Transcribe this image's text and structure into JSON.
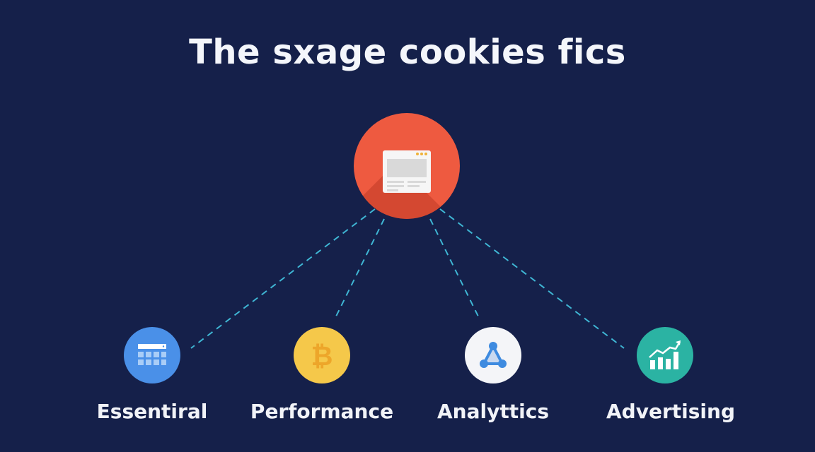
{
  "title": "The sxage cookies fics",
  "hub": {
    "icon": "browser-window-icon",
    "color": "#ee5a40"
  },
  "connector": {
    "style": "dashed",
    "color": "#3fb6d4"
  },
  "categories": [
    {
      "label": "Essentiral",
      "icon": "calendar-grid-icon",
      "color": "#4a90e8"
    },
    {
      "label": "Performance",
      "icon": "bitcoin-icon",
      "color": "#f5c84a"
    },
    {
      "label": "Analyttics",
      "icon": "triangle-network-icon",
      "color": "#f4f5f8"
    },
    {
      "label": "Advertising",
      "icon": "growth-chart-icon",
      "color": "#2bb3a3"
    }
  ]
}
